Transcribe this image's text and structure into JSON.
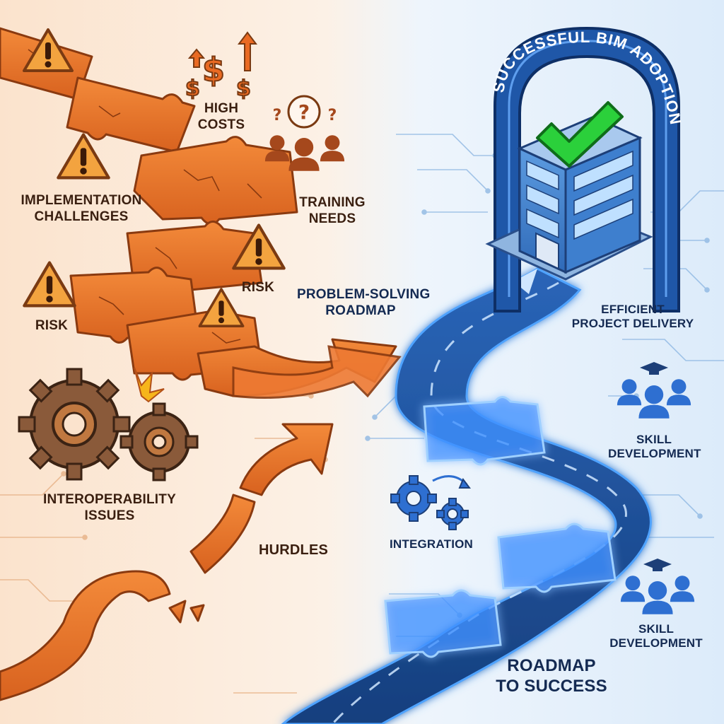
{
  "colors": {
    "left_bg": "#fbe6d2",
    "right_bg": "#e3effb",
    "piece_orange": "#e9742a",
    "piece_orange_dark": "#b24f18",
    "road_blue": "#1e4f96",
    "road_glow": "#4fa3ff",
    "check_green": "#2bd03b",
    "warning_orange": "#f09a3a",
    "icon_blue": "#2e6fd1",
    "label_dark": "#1f1a16"
  },
  "labels": {
    "high_costs": [
      "HIGH",
      "COSTS"
    ],
    "implementation_challenges": [
      "IMPLEMENTATION",
      "CHALLENGES"
    ],
    "training_needs": [
      "TRAINING",
      "NEEDS"
    ],
    "risk_right": "RISK",
    "risk_left": "RISK",
    "problem_solving_roadmap": [
      "PROBLEM-SOLVING",
      "ROADMAP"
    ],
    "interoperability_issues": [
      "INTEROPERABILITY",
      "ISSUES"
    ],
    "hurdles": "HURDLES",
    "efficient_project_delivery": [
      "EFFICIENT",
      "PROJECT DELIVERY"
    ],
    "skill_development_1": [
      "SKILL",
      "DEVELOPMENT"
    ],
    "integration": "INTEGRATION",
    "skill_development_2": [
      "SKILL",
      "DEVELOPMENT"
    ],
    "roadmap_to_success": [
      "ROADMAP",
      "TO SUCCESS"
    ],
    "arch_title": "SUCCESSFUL BIM ADOPTION"
  },
  "icons": {
    "warning": "warning-triangle-icon",
    "dollar": "dollar-up-icon",
    "question_people": "question-people-icon",
    "gears": "rusty-gears-icon",
    "integration": "gears-integration-icon",
    "graduates": "graduation-people-icon",
    "check": "checkmark-icon",
    "building": "building-icon"
  }
}
